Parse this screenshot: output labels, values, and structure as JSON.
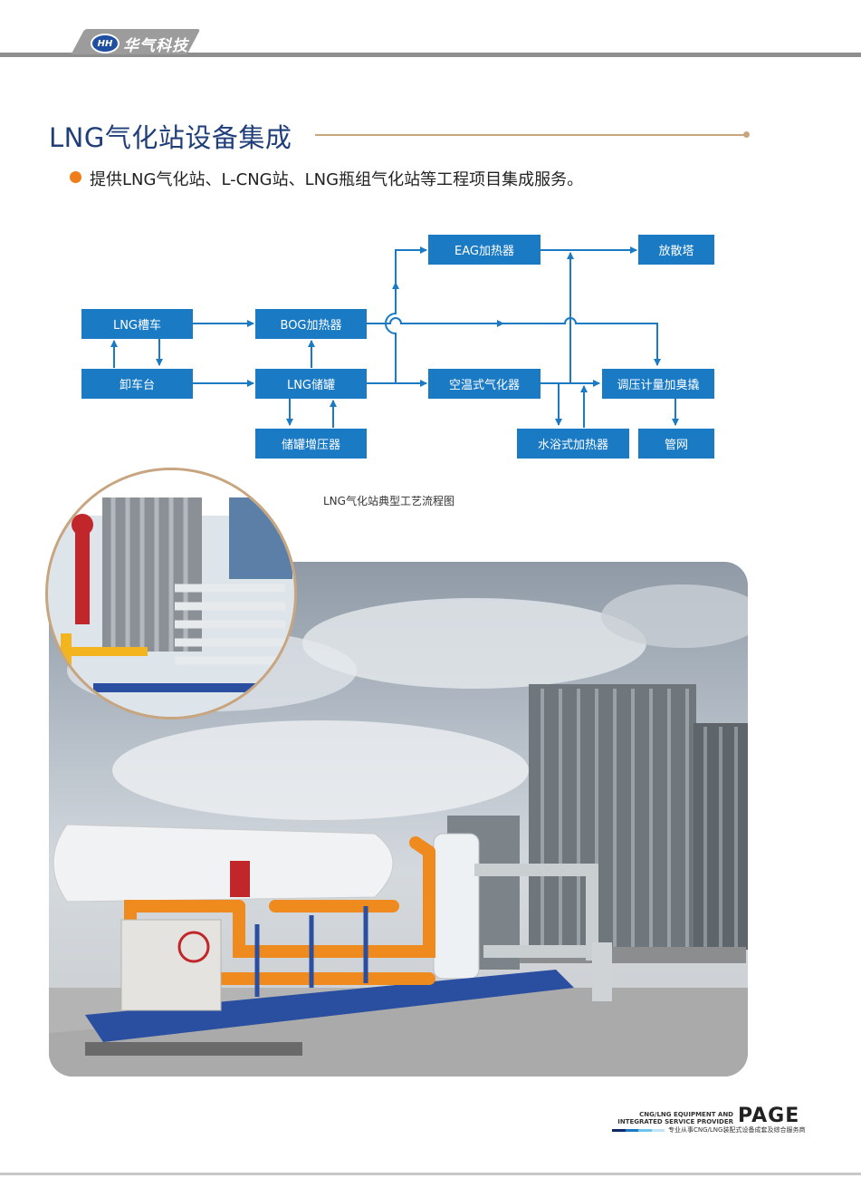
{
  "header": {
    "logo_mark": "HH",
    "logo_text": "华气科技"
  },
  "title": "LNG气化站设备集成",
  "bullet": "提供LNG气化站、L-CNG站、LNG瓶组气化站等工程项目集成服务。",
  "flow": {
    "caption": "LNG气化站典型工艺流程图",
    "nodes": {
      "lng_tanker": "LNG槽车",
      "unloading": "卸车台",
      "bog_heater": "BOG加热器",
      "lng_tank": "LNG储罐",
      "tank_booster": "储罐增压器",
      "eag_heater": "EAG加热器",
      "vent_tower": "放散塔",
      "air_vaporizer": "空温式气化器",
      "water_heater": "水浴式加热器",
      "regulator": "调压计量加臭撬",
      "pipeline": "管网"
    }
  },
  "footer": {
    "en_line1": "CNG/LNG EQUIPMENT AND",
    "en_line2": "INTEGRATED SERVICE PROVIDER",
    "page": "PAGE",
    "cn": "专业从事CNG/LNG装配式设备成套及综合服务商",
    "bar_colors": [
      "#0d2a66",
      "#1a7ac4",
      "#6ec3ea",
      "#bfe3f5"
    ]
  },
  "colors": {
    "node_blue": "#1a7ac4",
    "accent_gold": "#c8a57e",
    "bullet_orange": "#ee7d1a",
    "title_blue": "#1f3e7a"
  }
}
